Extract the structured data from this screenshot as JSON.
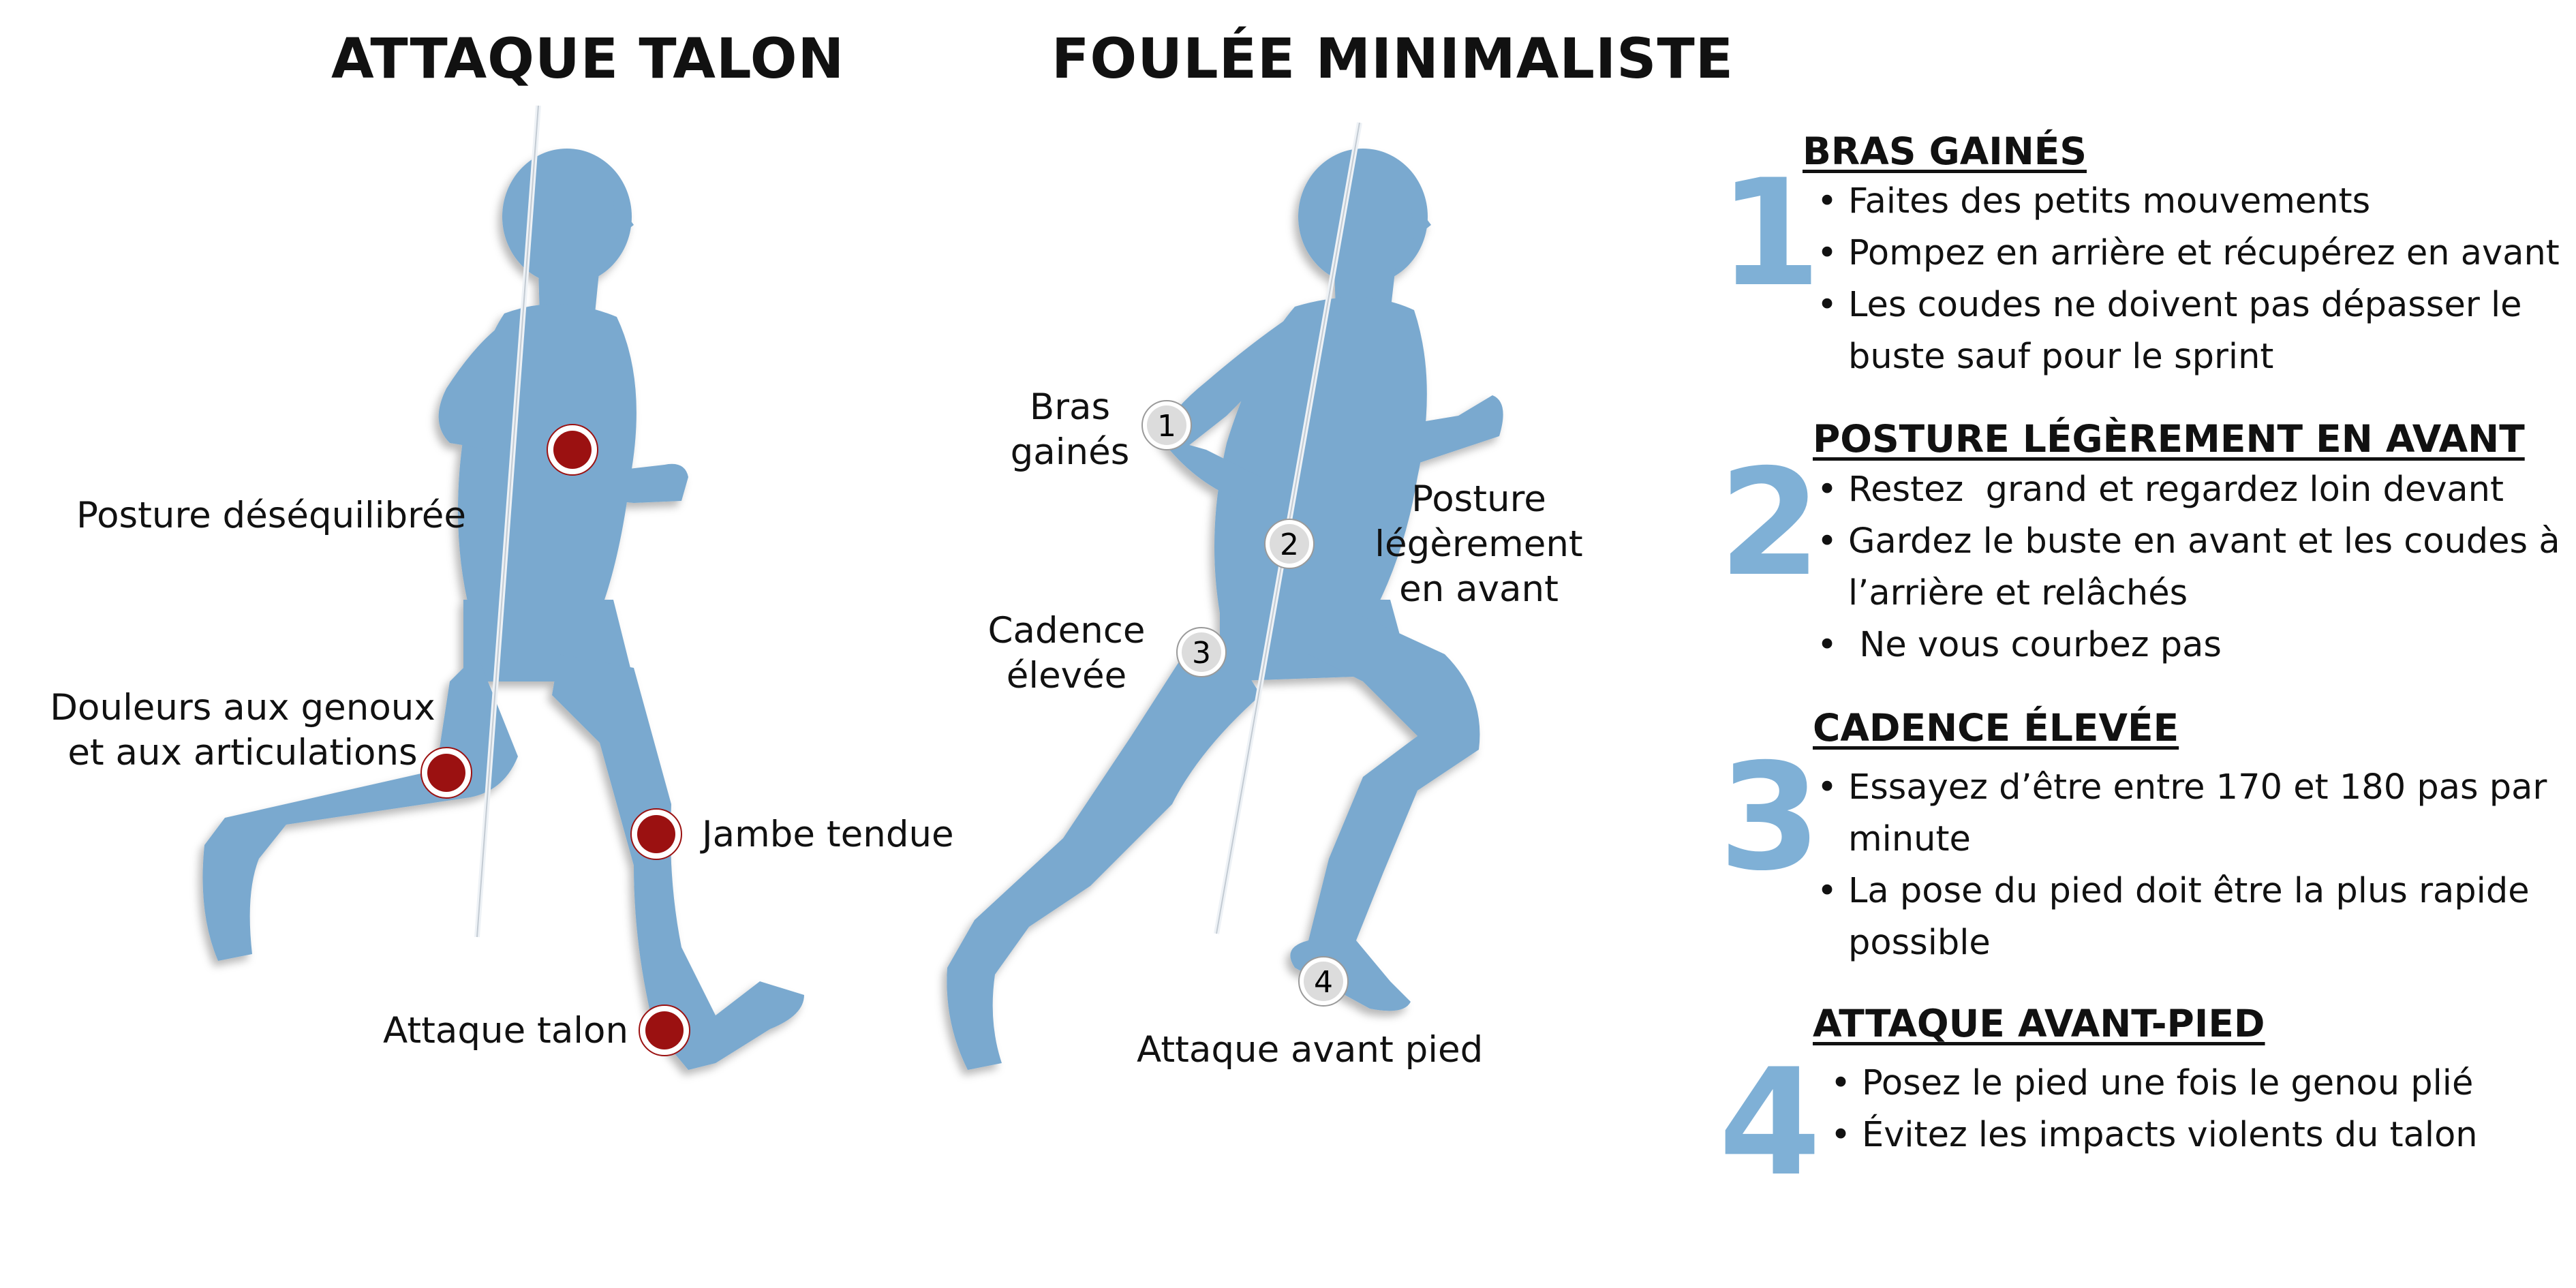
{
  "headings": {
    "left": "ATTAQUE TALON",
    "middle": "FOULÉE MINIMALISTE"
  },
  "heel_labels": {
    "posture": "Posture déséquilibrée",
    "knees_line1": "Douleurs aux genoux",
    "knees_line2": "et aux articulations",
    "leg": "Jambe tendue",
    "heel": "Attaque talon"
  },
  "minimal_labels": {
    "arms_line1": "Bras",
    "arms_line2": "gainés",
    "posture_line1": "Posture",
    "posture_line2": "légèrement",
    "posture_line3": "en avant",
    "cadence_line1": "Cadence",
    "cadence_line2": "élevée",
    "forefoot": "Attaque avant pied"
  },
  "markers": [
    "1",
    "2",
    "3",
    "4"
  ],
  "tips": [
    {
      "number": "1",
      "title": "BRAS GAINÉS",
      "bullets": [
        "Faites des petits mouvements",
        "Pompez en arrière et récupérez en avant",
        "Les coudes ne doivent pas dépasser le\nbuste sauf pour le sprint"
      ]
    },
    {
      "number": "2",
      "title": "POSTURE LÉGÈREMENT EN AVANT",
      "bullets": [
        "Restez  grand et regardez loin devant",
        "Gardez le buste en avant et les coudes à\nl’arrière et relâchés",
        " Ne vous courbez pas"
      ]
    },
    {
      "number": "3",
      "title": "CADENCE ÉLEVÉE",
      "bullets": [
        "Essayez d’être entre 170 et 180 pas par\nminute",
        "La pose du pied doit être la plus rapide\npossible"
      ]
    },
    {
      "number": "4",
      "title": "ATTAQUE AVANT-PIED",
      "bullets": [
        "Posez le pied une fois le genou plié",
        "Évitez les impacts violents du talon"
      ]
    }
  ],
  "colors": {
    "silhouette": "#7aa9cf",
    "marker_red": "#9b1111",
    "marker_gray": "#dcdcdc",
    "number_blue": "#7fb0d6"
  }
}
